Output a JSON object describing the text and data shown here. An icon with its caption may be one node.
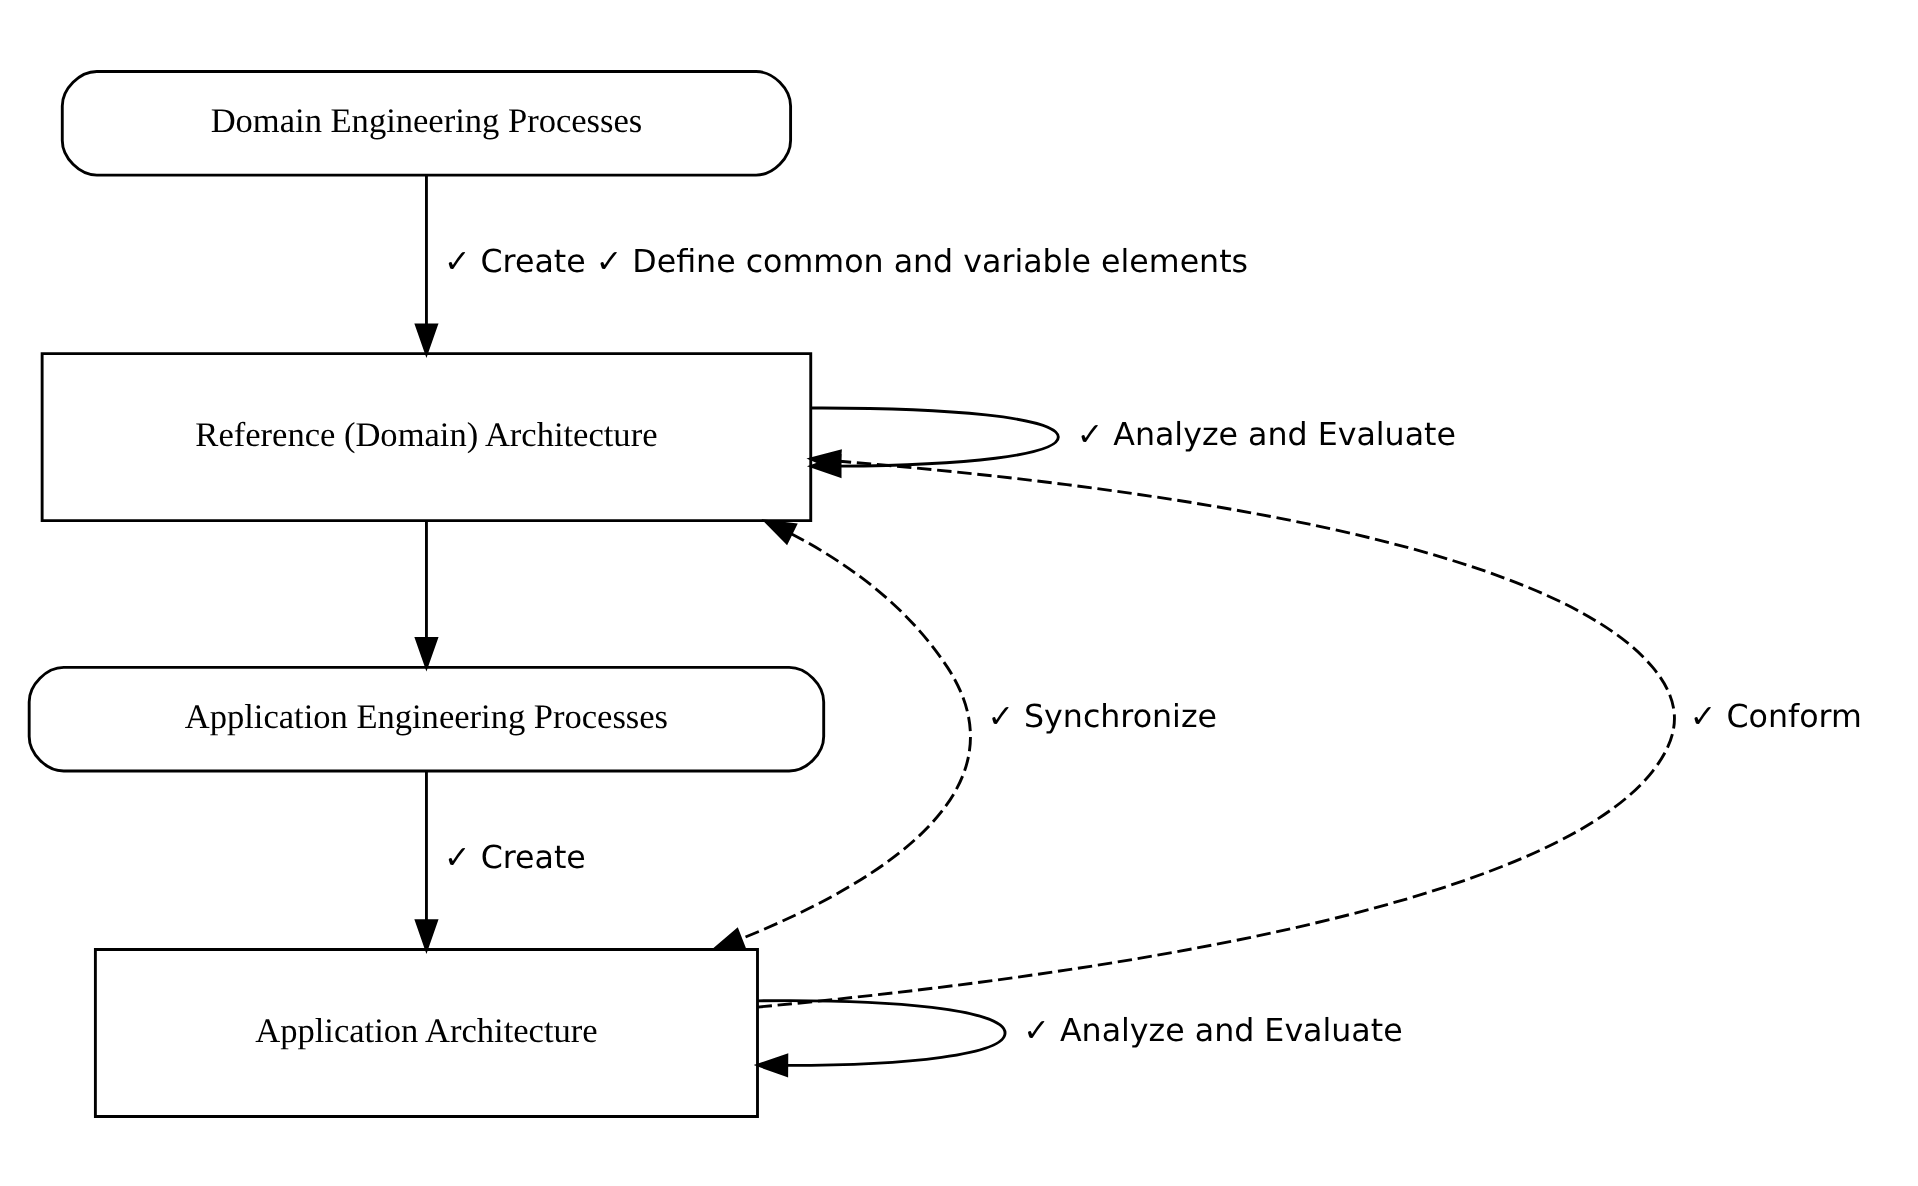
{
  "diagram": {
    "nodes": [
      {
        "text": [
          "Domain Engineering Processes"
        ]
      },
      {
        "text": [
          "Reference (Domain) Architecture"
        ]
      },
      {
        "text": [
          "Application Engineering Processes"
        ]
      },
      {
        "text": [
          "Application Architecture"
        ]
      }
    ],
    "edges": [
      {
        "from": 0,
        "to": 1,
        "arrow": "to",
        "label": "✓ Create ✓ Define common and variable elements"
      },
      {
        "from": 1,
        "to": 1,
        "arrow": "to",
        "label": "✓ Analyze and Evaluate"
      },
      {
        "from": 1,
        "to": 2,
        "arrow": "to"
      },
      {
        "from": 2,
        "to": 3,
        "arrow": "to",
        "label": "✓ Create"
      },
      {
        "from": 3,
        "to": 1,
        "arrow": "to",
        "style": "dashed",
        "label": "✓ Conform"
      },
      {
        "from": 1,
        "to": 3,
        "arrow": "both",
        "style": "dashed",
        "label": "✓ Synchronize"
      },
      {
        "from": 3,
        "to": 3,
        "arrow": "to",
        "label": "✓ Analyze and Evaluate"
      }
    ]
  }
}
